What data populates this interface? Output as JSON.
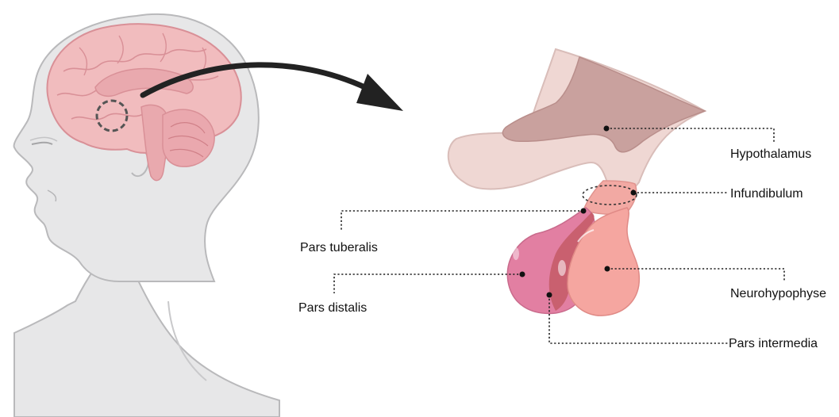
{
  "colors": {
    "skin": "#e7e7e8",
    "skin_outline": "#b9b9bb",
    "brain": "#f1bcbe",
    "brain_outline": "#d99097",
    "brain_dark": "#e9a9ae",
    "arrow": "#222222",
    "hypothalamus_light": "#efd7d3",
    "hypothalamus_dark": "#c9a19e",
    "pars_distalis": "#e27fa2",
    "neurohypophyse": "#f5a6a0",
    "pars_intermedia": "#c45a66",
    "leader": "#222222"
  },
  "icons": [
    "head-silhouette-icon",
    "brain-icon",
    "curved-arrow-icon",
    "pituitary-gland-icon"
  ],
  "labels": {
    "hypothalamus": "Hypothalamus",
    "infundibulum": "Infundibulum",
    "pars_tuberalis": "Pars tuberalis",
    "neurohypophyse": "Neurohypophyse",
    "pars_distalis": "Pars distalis",
    "pars_intermedia": "Pars intermedia"
  }
}
